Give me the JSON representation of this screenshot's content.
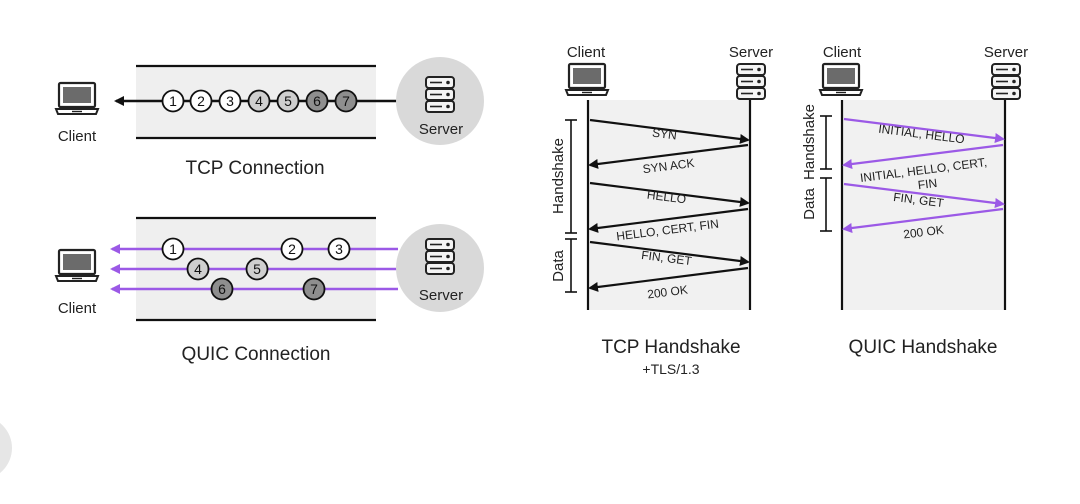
{
  "colors": {
    "purple": "#9b59e6",
    "black": "#111111",
    "band": "#efefef",
    "panel": "#f1f1f1",
    "circle_light": "#ffffff",
    "circle_mid": "#cfcfcf",
    "circle_dark": "#8e8e8e",
    "server_disc": "#d9d9d9"
  },
  "icons": {
    "client": "laptop-icon",
    "server": "database-server-icon"
  },
  "tcp_connection": {
    "title": "TCP Connection",
    "client_label": "Client",
    "server_label": "Server",
    "packets": [
      "1",
      "2",
      "3",
      "4",
      "5",
      "6",
      "7"
    ]
  },
  "quic_connection": {
    "title": "QUIC Connection",
    "client_label": "Client",
    "server_label": "Server",
    "streams": [
      {
        "packets": [
          "1",
          "2",
          "3"
        ]
      },
      {
        "packets": [
          "4",
          "5"
        ]
      },
      {
        "packets": [
          "6",
          "7"
        ]
      }
    ]
  },
  "tcp_handshake": {
    "title": "TCP Handshake",
    "subtitle": "+TLS/1.3",
    "client_label": "Client",
    "server_label": "Server",
    "phases": [
      "Handshake",
      "Data"
    ],
    "messages": [
      "SYN",
      "SYN ACK",
      "HELLO",
      "HELLO, CERT, FIN",
      "FIN, GET",
      "200 OK"
    ]
  },
  "quic_handshake": {
    "title": "QUIC Handshake",
    "client_label": "Client",
    "server_label": "Server",
    "phases": [
      "Handshake",
      "Data"
    ],
    "messages": [
      "INITIAL, HELLO",
      "INITIAL, HELLO, CERT,",
      "FIN",
      "FIN, GET",
      "200 OK"
    ]
  }
}
